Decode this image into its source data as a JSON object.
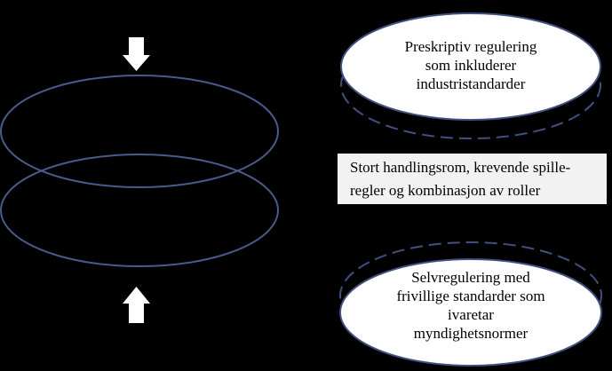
{
  "diagram": {
    "top_label": "Preskriptiv  regulering\nsom inkluderer\nindustristandarder",
    "middle_label": "Stort handlingsrom,  krevende spille-\nregler  og kombinasjon av roller",
    "bottom_label": "Selvregulering  med\nfrivillige  standarder som\nivaretar\nmyndighetsnormer"
  },
  "colors": {
    "background": "#000000",
    "ring_stroke": "#4a5a8c",
    "ellipse_fill": "#ffffff",
    "ellipse_stroke": "#41507f",
    "arrow_fill": "#ffffff",
    "middle_box_fill": "#f2f2f2",
    "text": "#000000"
  },
  "icons": {
    "top_arrow": "arrow-down-icon",
    "bottom_arrow": "arrow-up-icon"
  }
}
